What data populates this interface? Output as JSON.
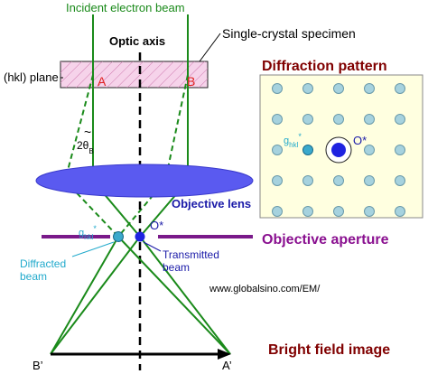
{
  "colors": {
    "beam": "#1a8a1a",
    "plane_fill": "#f6d3ea",
    "plane_hatch": "#d07ab0",
    "plane_text": "#e02020",
    "lens": "#5a5af0",
    "lens_label": "#1a1aa8",
    "aperture": "#7a1a8a",
    "aperture_label": "#8a1090",
    "title_dark_red": "#800000",
    "pattern_bg": "#ffffe0",
    "spot": "#a6d2de",
    "spot_edge": "#6a9aaa",
    "center_spot": "#1e22e0",
    "ghkl_spot": "#3aa9cc",
    "diffracted_label": "#22aacc",
    "transmitted_label": "#1a1aa8",
    "arrow": "#000000"
  },
  "labels": {
    "incident_beam": "Incident electron beam",
    "optic_axis": "Optic axis",
    "specimen": "Single-crystal specimen",
    "hkl_plane": "(hkl) plane",
    "point_a": "A",
    "point_b": "B",
    "angle_main": "2θ",
    "angle_sub": "B",
    "objective_lens": "Objective lens",
    "ghkl_main": "g",
    "ghkl_sub": "hkl",
    "star": "*",
    "origin": "O*",
    "diffracted_line1": "Diffracted",
    "diffracted_line2": "beam",
    "transmitted_line1": "Transmitted",
    "transmitted_line2": "beam",
    "diffraction_pattern": "Diffraction pattern",
    "objective_aperture": "Objective aperture",
    "website": "www.globalsino.com/EM/",
    "bright_field": "Bright field image",
    "image_a": "A’",
    "image_b": "B’"
  }
}
